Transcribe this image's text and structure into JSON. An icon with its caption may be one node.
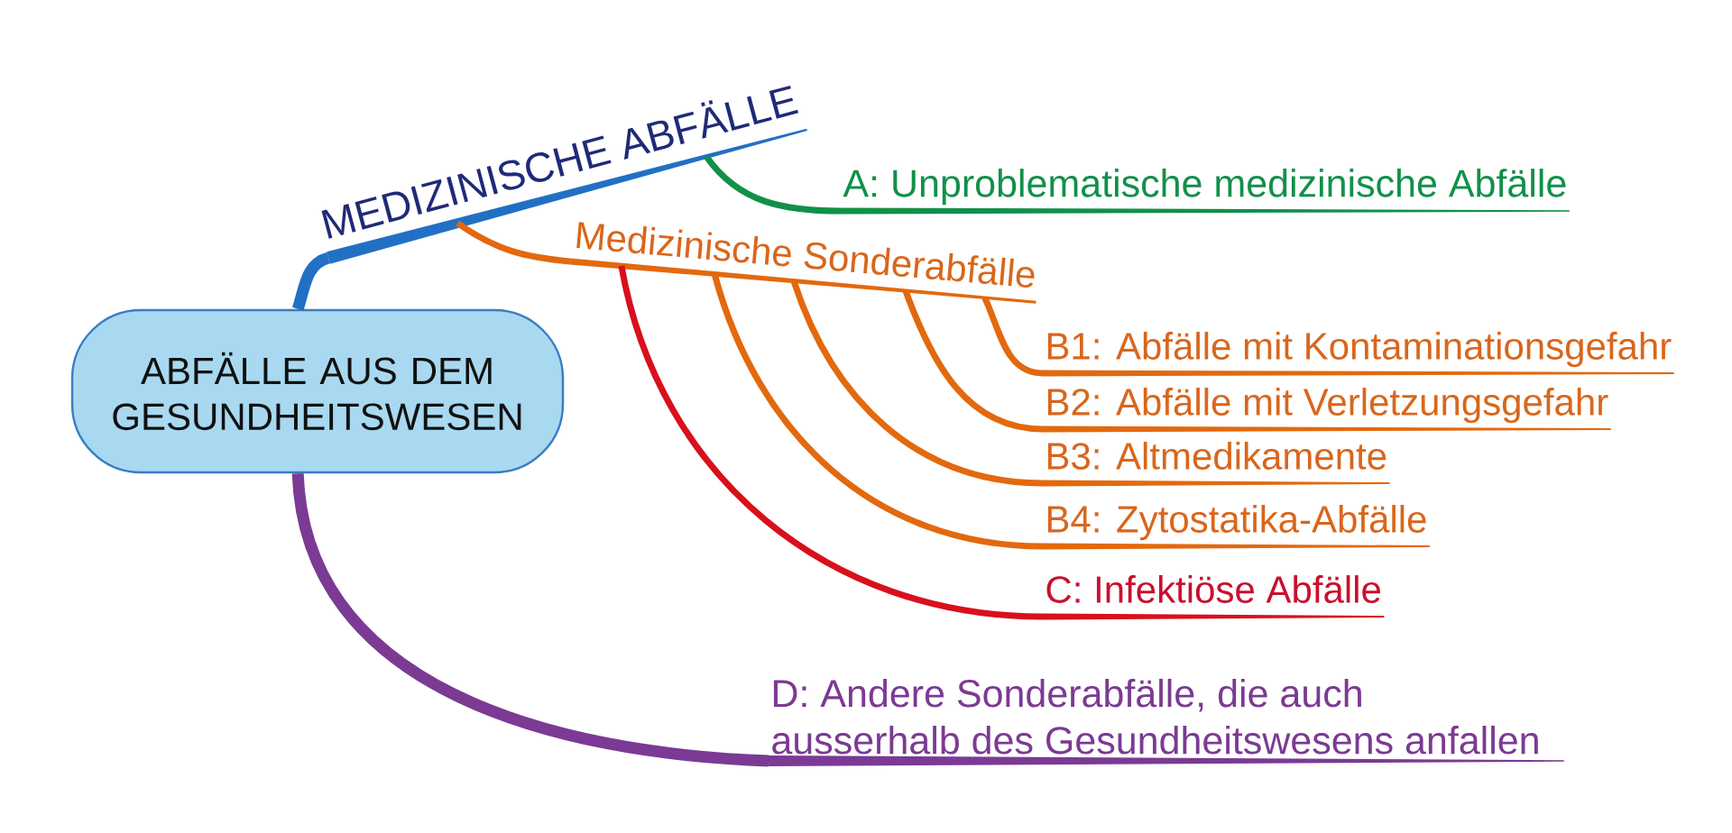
{
  "diagram": {
    "nodes": [
      {
        "text": [
          "ABFÄLLE AUS DEM GESUNDHEITSWESEN"
        ]
      },
      {
        "text": [
          "MEDIZINISCHE ABFÄLLE"
        ]
      },
      {
        "text": [
          "A: Unproblematische medizinische Abfälle"
        ]
      },
      {
        "text": [
          "Medizinische Sonderabfälle"
        ]
      },
      {
        "text": [
          "B1: Abfälle mit Kontaminationsgefahr"
        ]
      },
      {
        "text": [
          "B2: Abfälle mit Verletzungsgefahr"
        ]
      },
      {
        "text": [
          "B3: Altmedikamente"
        ]
      },
      {
        "text": [
          "B4: Zytostatika-Abfälle"
        ]
      },
      {
        "text": [
          "C: Infektiöse Abfälle"
        ]
      },
      {
        "text": [
          "D: Andere Sonderabfälle, die auch ausserhalb des Gesundheitswesens anfallen"
        ]
      }
    ],
    "edges": [
      {
        "from": 0,
        "to": 1,
        "arrow": "none",
        "style": "thick",
        "color": "#2270c4"
      },
      {
        "from": 1,
        "to": 2,
        "arrow": "none",
        "color": "#119049"
      },
      {
        "from": 1,
        "to": 3,
        "arrow": "none"
      },
      {
        "from": 3,
        "to": 4,
        "arrow": "none"
      },
      {
        "from": 3,
        "to": 5,
        "arrow": "none"
      },
      {
        "from": 3,
        "to": 6,
        "arrow": "none"
      },
      {
        "from": 3,
        "to": 7,
        "arrow": "none"
      },
      {
        "from": 3,
        "to": 8,
        "arrow": "none",
        "color": "#d8101c"
      },
      {
        "from": 0,
        "to": 9,
        "arrow": "none",
        "style": "thick",
        "color": "#7b3a93"
      }
    ]
  }
}
